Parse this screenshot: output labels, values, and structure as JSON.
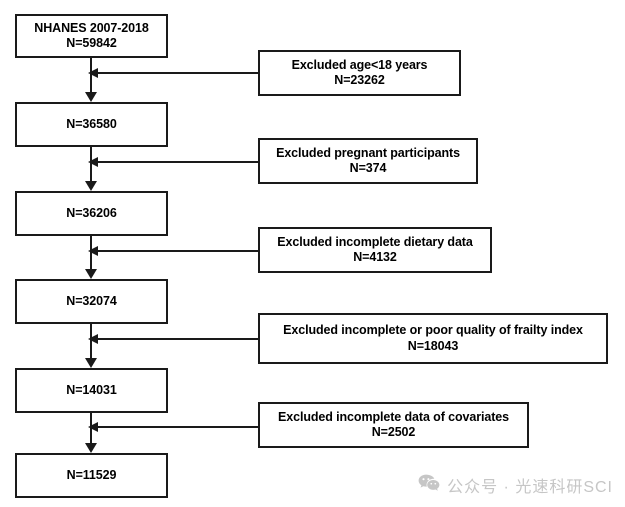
{
  "chart_data": {
    "type": "diagram",
    "title": "NHANES participant selection flow diagram",
    "diagram_kind": "flowchart",
    "main_nodes": [
      {
        "id": "n0",
        "line1": "NHANES 2007-2018",
        "line2": "N=59842",
        "n": 59842
      },
      {
        "id": "n1",
        "line1": "N=36580",
        "line2": "",
        "n": 36580
      },
      {
        "id": "n2",
        "line1": "N=36206",
        "line2": "",
        "n": 36206
      },
      {
        "id": "n3",
        "line1": "N=32074",
        "line2": "",
        "n": 32074
      },
      {
        "id": "n4",
        "line1": "N=14031",
        "line2": "",
        "n": 14031
      },
      {
        "id": "n5",
        "line1": "N=11529",
        "line2": "",
        "n": 11529
      }
    ],
    "exclusion_nodes": [
      {
        "id": "e0",
        "line1": "Excluded age<18 years",
        "line2": "N=23262",
        "n": 23262,
        "from": "n0",
        "to": "n1"
      },
      {
        "id": "e1",
        "line1": "Excluded pregnant participants",
        "line2": "N=374",
        "n": 374,
        "from": "n1",
        "to": "n2"
      },
      {
        "id": "e2",
        "line1": "Excluded incomplete dietary data",
        "line2": "N=4132",
        "n": 4132,
        "from": "n2",
        "to": "n3"
      },
      {
        "id": "e3",
        "line1": "Excluded incomplete or poor quality of frailty index",
        "line2": "N=18043",
        "n": 18043,
        "from": "n3",
        "to": "n4"
      },
      {
        "id": "e4",
        "line1": "Excluded incomplete data of covariates",
        "line2": "N=2502",
        "n": 2502,
        "from": "n4",
        "to": "n5"
      }
    ],
    "colors": {
      "background": "#ffffff",
      "border": "#1a1a1a",
      "text": "#000000",
      "watermark": "#c6c6c6"
    }
  },
  "nodes": {
    "n0_line1": "NHANES 2007-2018",
    "n0_line2": "N=59842",
    "n1_line1": "N=36580",
    "n2_line1": "N=36206",
    "n3_line1": "N=32074",
    "n4_line1": "N=14031",
    "n5_line1": "N=11529"
  },
  "exclusions": {
    "e0_line1": "Excluded age<18 years",
    "e0_line2": "N=23262",
    "e1_line1": "Excluded pregnant participants",
    "e1_line2": "N=374",
    "e2_line1": "Excluded incomplete dietary data",
    "e2_line2": "N=4132",
    "e3_line1": "Excluded incomplete or poor quality of frailty index",
    "e3_line2": "N=18043",
    "e4_line1": "Excluded incomplete data of covariates",
    "e4_line2": "N=2502"
  },
  "watermark": {
    "icon": "wechat-icon",
    "text": "公众号 · 光速科研SCI"
  }
}
